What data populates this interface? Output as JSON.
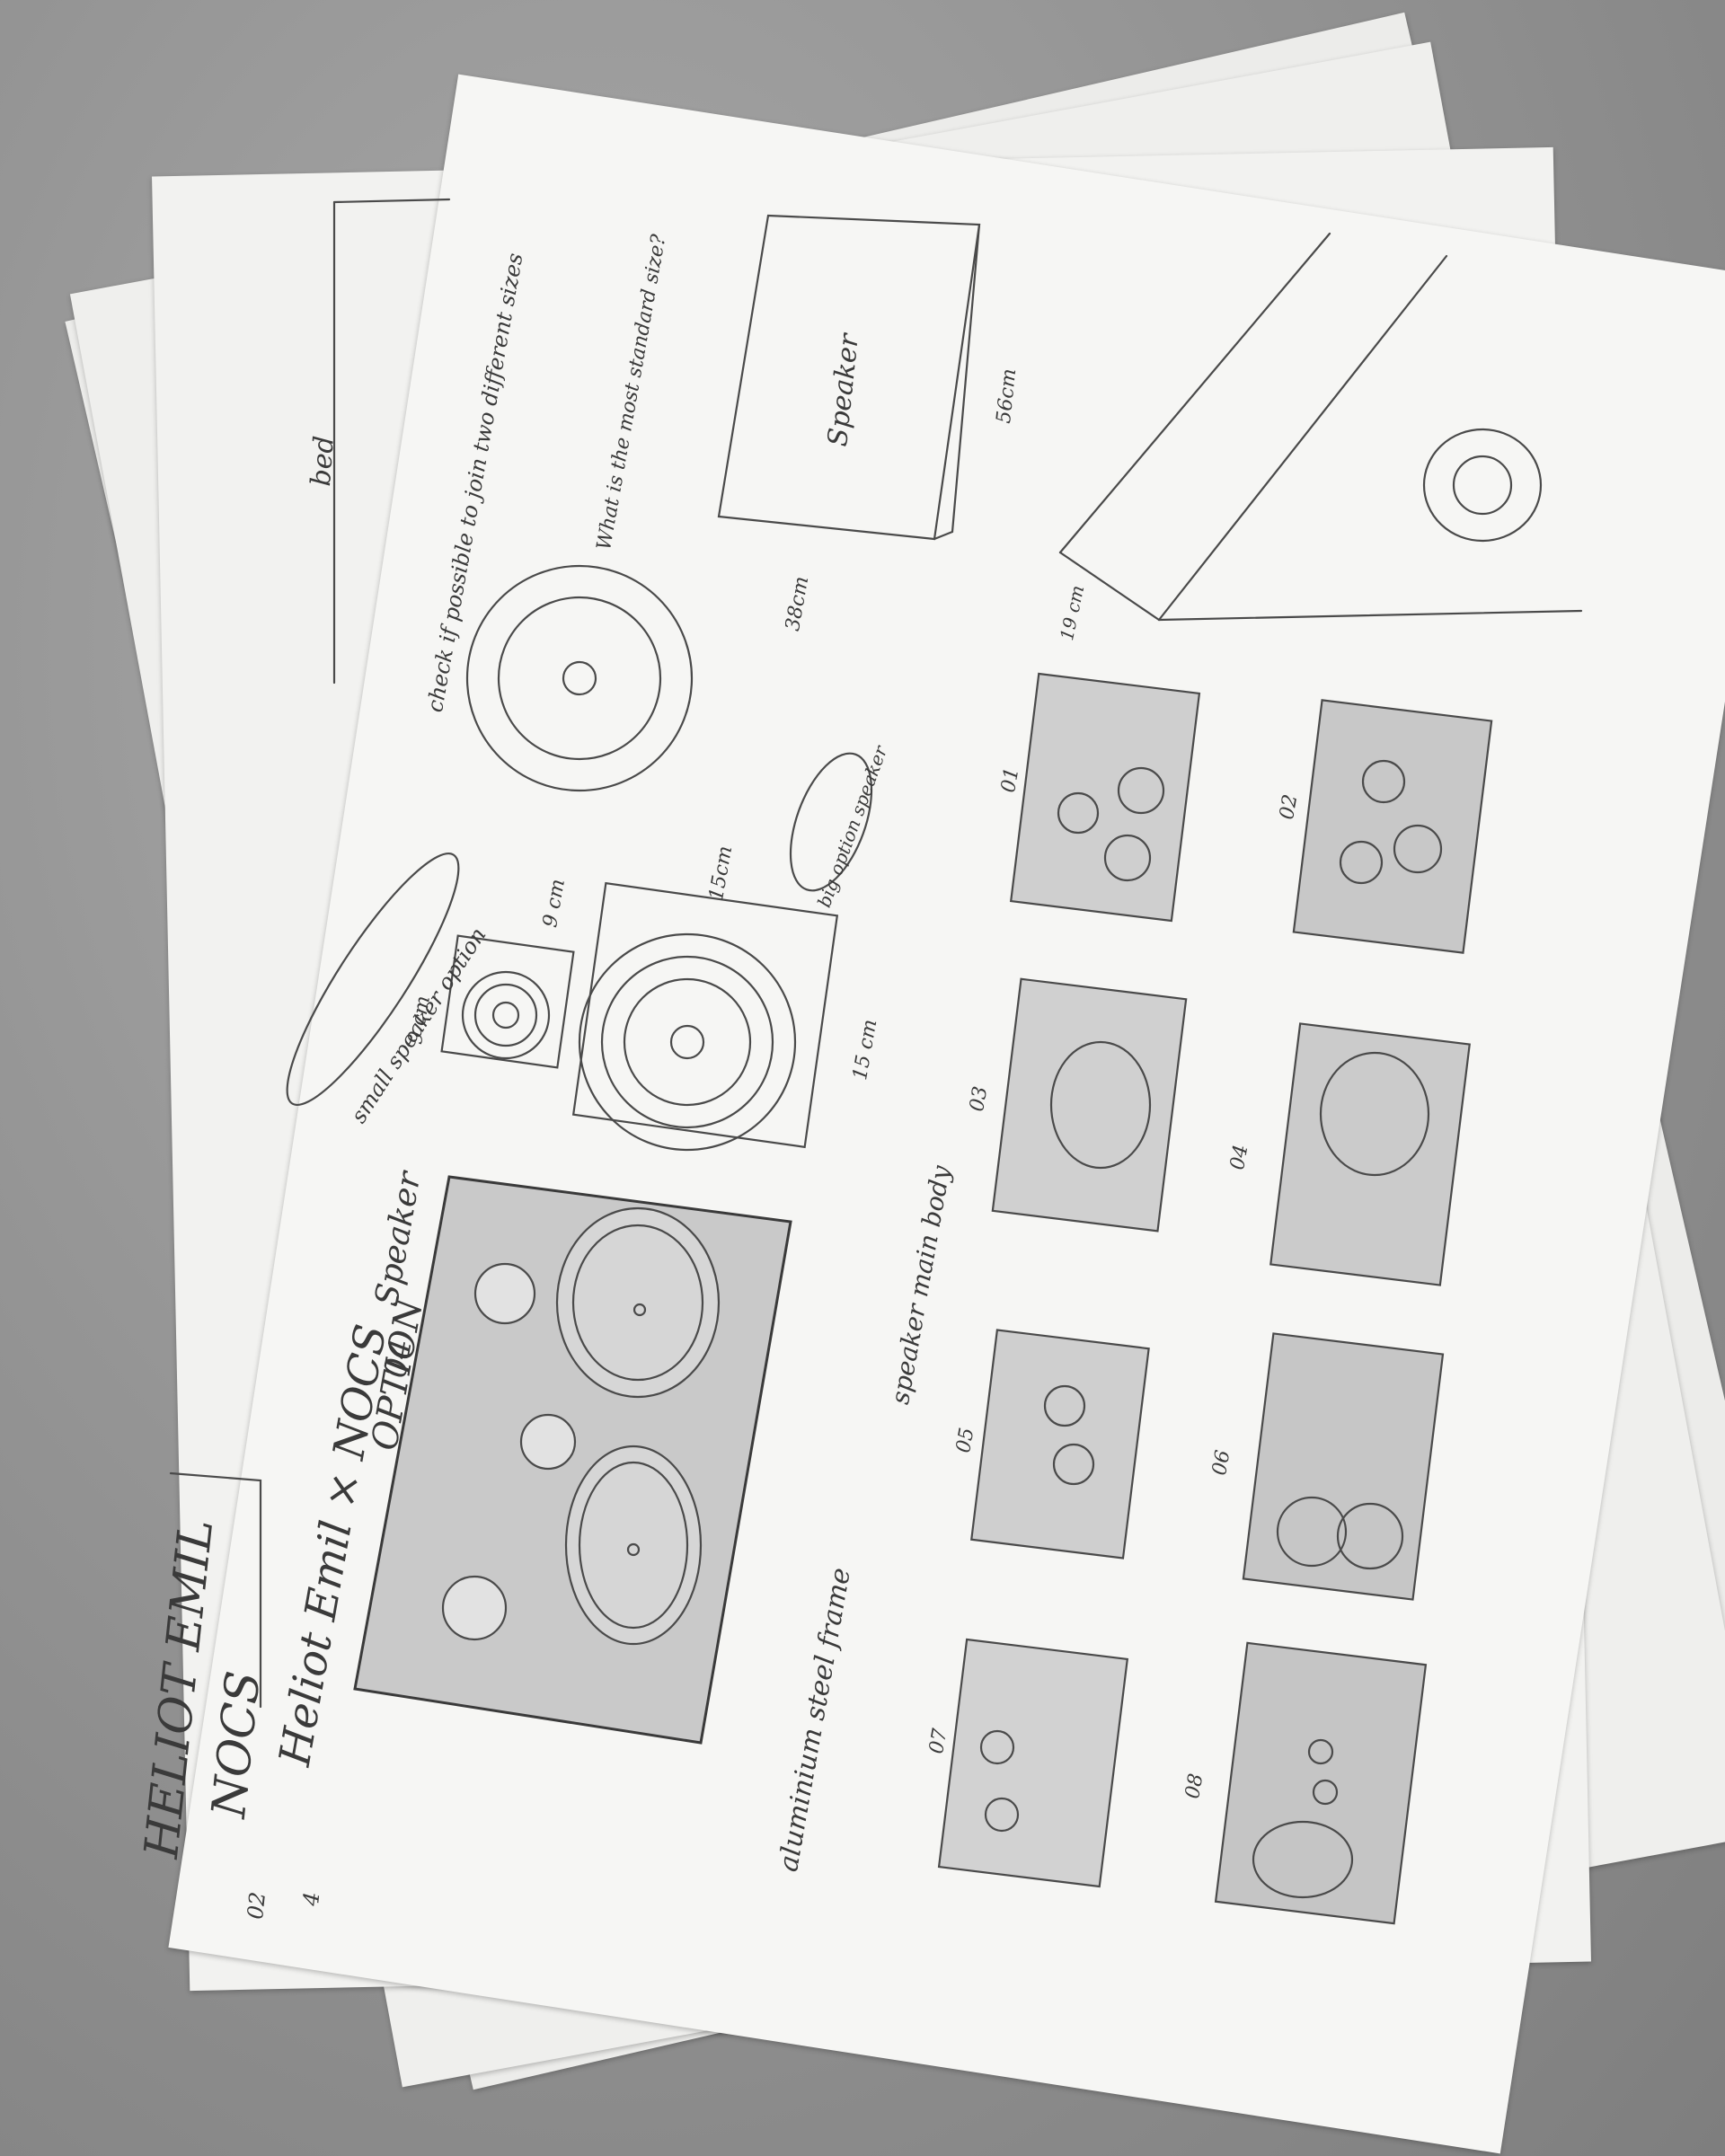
{
  "sheet_labels": {
    "back_title_line1": "HELIOT EMIL",
    "back_title_line2": "NOCS",
    "bed_label": "bed",
    "page_mark_a": "02",
    "page_mark_b": "4",
    "front_title_line1": "Heliot Emil × NOCS",
    "front_title_line2": "OPTION",
    "option_number": "04",
    "speaker_word": "Speaker",
    "speaker_main_body": "speaker main body",
    "aluminium_steel_frame": "aluminium steel frame",
    "small_speaker_option": "small speaker option",
    "big_option_speaker": "big option speaker",
    "check_note": "check if possible to join two different sizes",
    "question_note": "What is the most standard size?",
    "speaker_box_label": "Speaker",
    "dim_9cm_a": "9 cm",
    "dim_9cm_b": "9 cm",
    "dim_15cm_a": "15cm",
    "dim_15cm_b": "15 cm",
    "dim_38cm": "38cm",
    "dim_56cm": "56cm",
    "dim_19cm": "19 cm",
    "variant_01": "01",
    "variant_02": "02",
    "variant_03": "03",
    "variant_04": "04",
    "variant_05": "05",
    "variant_06": "06",
    "variant_07": "07",
    "variant_08": "08"
  },
  "colors": {
    "pencil": "#3a3a3a",
    "paper": "#f4f4f2",
    "shading": "#bdbdbd",
    "surface": "#8c8c8c"
  }
}
